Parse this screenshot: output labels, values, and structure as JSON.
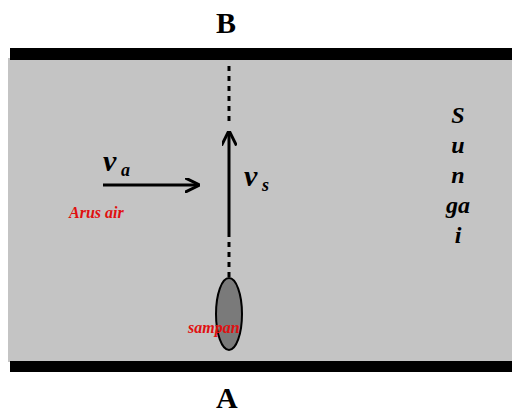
{
  "diagram": {
    "labels": [
      "B",
      "v",
      "a",
      "Arus air",
      "v",
      "s",
      "sampan",
      "Sungai",
      "A"
    ]
  }
}
